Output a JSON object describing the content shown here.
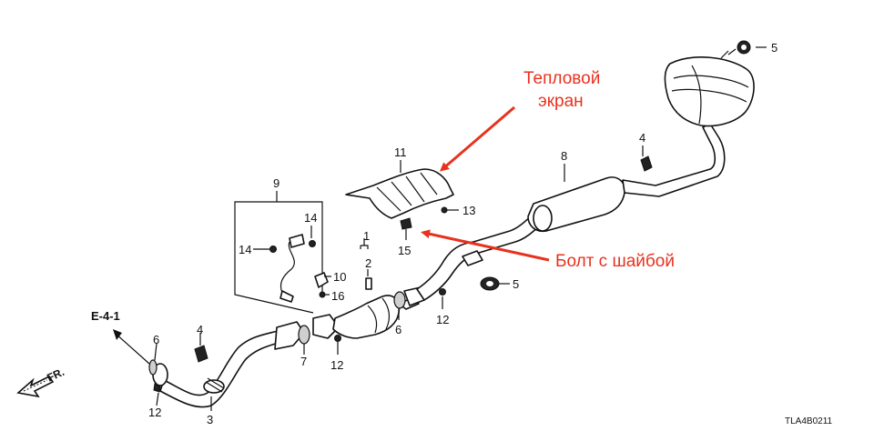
{
  "labels": {
    "n1": "1",
    "n2": "2",
    "n3": "3",
    "n4a": "4",
    "n4b": "4",
    "n5a": "5",
    "n5b": "5",
    "n6a": "6",
    "n6b": "6",
    "n7": "7",
    "n8": "8",
    "n9": "9",
    "n10": "10",
    "n11": "11",
    "n12a": "12",
    "n12b": "12",
    "n12c": "12",
    "n13": "13",
    "n14a": "14",
    "n14b": "14",
    "n15": "15",
    "n16": "16"
  },
  "ref": "E-4-1",
  "front_label": "FR.",
  "code": "TLA4B0211",
  "callouts": {
    "heat_shield_line1": "Тепловой",
    "heat_shield_line2": "экран",
    "bolt_washer": "Болт с шайбой"
  },
  "colors": {
    "callout": "#e8321e",
    "line": "#111111"
  }
}
